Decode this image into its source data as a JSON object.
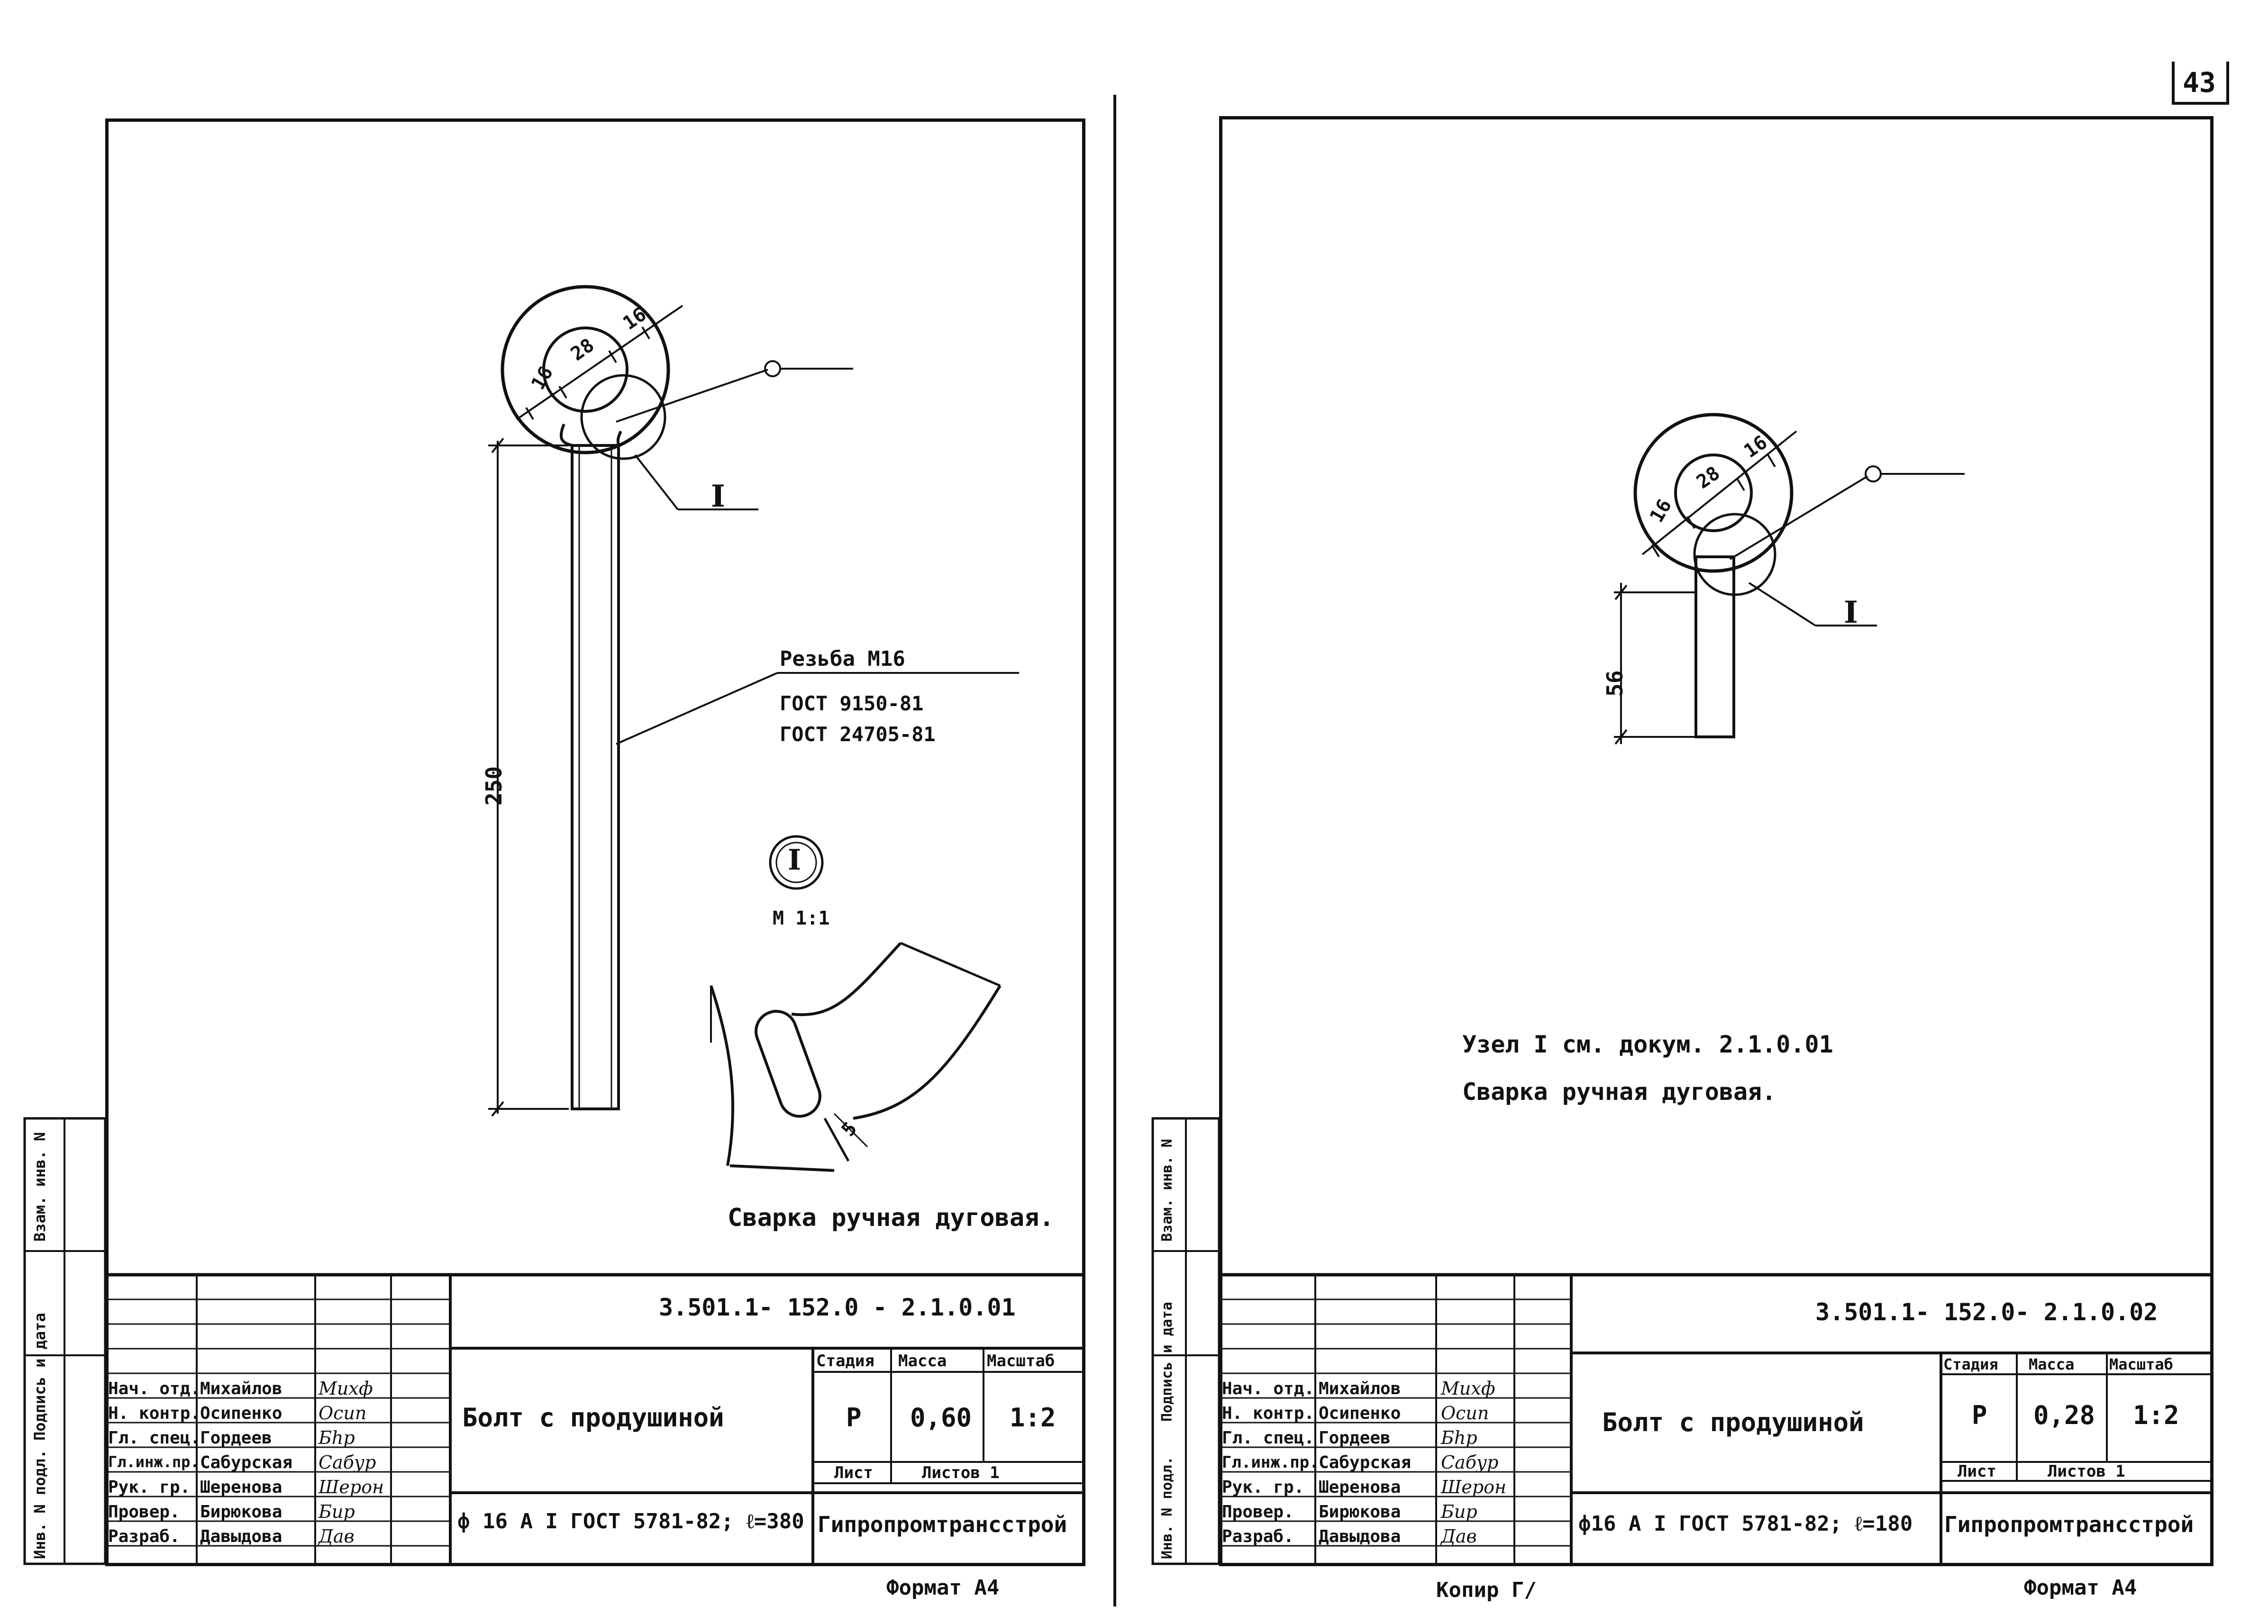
{
  "page_number": "43",
  "left_sheet": {
    "code": "3.501.1- 152.0 - 2.1.0.01",
    "title": "Болт с продушиной",
    "spec": "ф 16 А I  ГОСТ 5781-82;  ℓ=380",
    "stage_label": "Стадия",
    "mass_label": "Масса",
    "scale_label": "Масштаб",
    "stage": "Р",
    "mass": "0,60",
    "scale": "1:2",
    "sheet_label": "Лист",
    "sheets_label": "Листов 1",
    "org": "Гипропромтрансстрой",
    "format": "Формат А4",
    "roles": [
      "Нач. отд.",
      "Н. контр.",
      "Гл. спец.",
      "Гл.инж.пр.",
      "Рук. гр.",
      "Провер.",
      "Разраб."
    ],
    "names": [
      "Михайлов",
      "Осипенко",
      "Гордеев",
      "Сабурская",
      "Шеренова",
      "Бирюкова",
      "Давыдова"
    ],
    "signatures": [
      "Михф",
      "Осип",
      "Бhp",
      "Сабур",
      "Шерон",
      "Бир",
      "Дав"
    ],
    "side_labels": [
      "Инв. N подл.",
      "Подпись и дата",
      "Взам. инв. N"
    ],
    "thread_note": "Резьба  М16",
    "gost_1": "ГОСТ 9150-81",
    "gost_2": "ГОСТ 24705-81",
    "dim_250": "250",
    "dim_16a": "16",
    "dim_28": "28",
    "dim_16b": "16",
    "node_callout": "I",
    "node_label": "I",
    "node_scale": "М 1:1",
    "weld_note": "Сварка ручная дуговая.",
    "weld_size": "5"
  },
  "right_sheet": {
    "code": "3.501.1- 152.0- 2.1.0.02",
    "title": "Болт  с продушиной",
    "spec": "ф16 А I  ГОСТ 5781-82;  ℓ=180",
    "stage_label": "Стадия",
    "mass_label": "Масса",
    "scale_label": "Масштаб",
    "stage": "Р",
    "mass": "0,28",
    "scale": "1:2",
    "sheet_label": "Лист",
    "sheets_label": "Листов 1",
    "org": "Гипропромтрансстрой",
    "format": "Формат А4",
    "copy_note": "Копир Г/",
    "roles": [
      "Нач. отд.",
      "Н. контр.",
      "Гл. спец.",
      "Гл.инж.пр.",
      "Рук. гр.",
      "Провер.",
      "Разраб."
    ],
    "names": [
      "Михайлов",
      "Осипенко",
      "Гордеев",
      "Сабурская",
      "Шеренова",
      "Бирюкова",
      "Давыдова"
    ],
    "signatures": [
      "Михф",
      "Осип",
      "Бhp",
      "Сабур",
      "Шерон",
      "Бир",
      "Дав"
    ],
    "side_labels": [
      "Инв. N подл.",
      "Подпись и дата",
      "Взам. инв. N"
    ],
    "dim_56": "56",
    "dim_16a": "16",
    "dim_28": "28",
    "dim_16b": "16",
    "node_callout": "I",
    "note_1": "Узел I  см. докум.  2.1.0.01",
    "note_2": "Сварка  ручная  дуговая."
  }
}
